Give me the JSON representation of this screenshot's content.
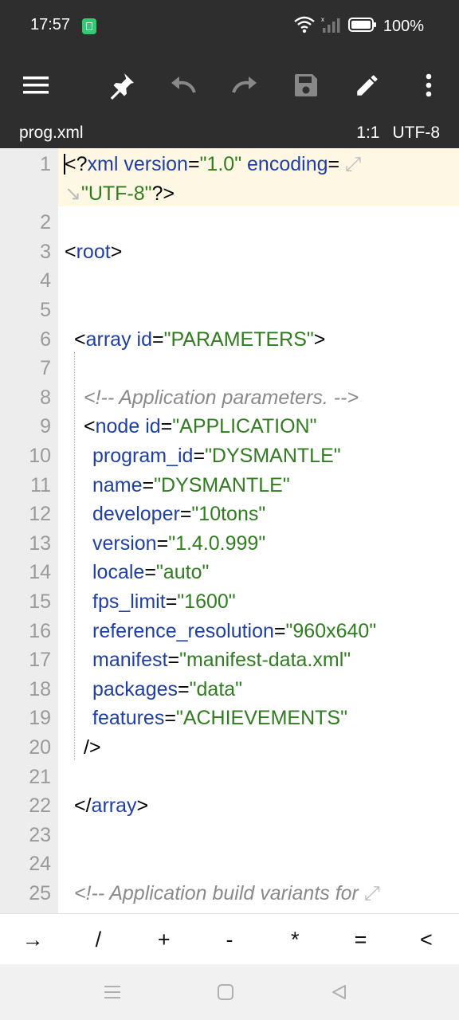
{
  "status": {
    "time": "17:57",
    "battery": "100%"
  },
  "file": {
    "name": "prog.xml",
    "position": "1:1",
    "encoding": "UTF-8"
  },
  "toolbar": [
    "menu-icon",
    "pin-icon",
    "undo-icon",
    "redo-icon",
    "save-icon",
    "edit-icon",
    "more-vert-icon"
  ],
  "colors": {
    "tag": "#1f3fa8",
    "value": "#2f7d1f",
    "comment": "#8a8a8a",
    "toolbar_bg": "#2e2e2e",
    "gutter_bg": "#ededed",
    "current_line_bg": "#fdf7e4"
  },
  "editor": {
    "lines": [
      {
        "num": "1",
        "indent": 0,
        "segments": [
          [
            "p",
            "<?"
          ],
          [
            "t",
            "xml"
          ],
          [
            "p",
            " "
          ],
          [
            "t",
            "version"
          ],
          [
            "p",
            "="
          ],
          [
            "v",
            "\"1.0\""
          ],
          [
            "p",
            " "
          ],
          [
            "t",
            "encoding"
          ],
          [
            "p",
            "="
          ]
        ],
        "wrap_end": true
      },
      {
        "num": "",
        "indent": 0,
        "wrap_start": true,
        "segments": [
          [
            "v",
            "\"UTF-8\""
          ],
          [
            "p",
            "?>"
          ]
        ]
      },
      {
        "num": "2",
        "indent": 0,
        "segments": []
      },
      {
        "num": "3",
        "indent": 0,
        "segments": [
          [
            "p",
            "<"
          ],
          [
            "t",
            "root"
          ],
          [
            "p",
            ">"
          ]
        ]
      },
      {
        "num": "4",
        "indent": 0,
        "segments": []
      },
      {
        "num": "5",
        "indent": 0,
        "segments": []
      },
      {
        "num": "6",
        "indent": 1,
        "segments": [
          [
            "p",
            "<"
          ],
          [
            "t",
            "array"
          ],
          [
            "p",
            " "
          ],
          [
            "t",
            "id"
          ],
          [
            "p",
            "="
          ],
          [
            "v",
            "\"PARAMETERS\""
          ],
          [
            "p",
            ">"
          ]
        ]
      },
      {
        "num": "7",
        "indent": 0,
        "segments": []
      },
      {
        "num": "8",
        "indent": 2,
        "segments": [
          [
            "c",
            "<!-- Application parameters. -->"
          ]
        ]
      },
      {
        "num": "9",
        "indent": 2,
        "segments": [
          [
            "p",
            "<"
          ],
          [
            "t",
            "node"
          ],
          [
            "p",
            " "
          ],
          [
            "t",
            "id"
          ],
          [
            "p",
            "="
          ],
          [
            "v",
            "\"APPLICATION\""
          ]
        ]
      },
      {
        "num": "10",
        "indent": 3,
        "segments": [
          [
            "t",
            "program_id"
          ],
          [
            "p",
            "="
          ],
          [
            "v",
            "\"DYSMANTLE\""
          ]
        ]
      },
      {
        "num": "11",
        "indent": 3,
        "segments": [
          [
            "t",
            "name"
          ],
          [
            "p",
            "="
          ],
          [
            "v",
            "\"DYSMANTLE\""
          ]
        ]
      },
      {
        "num": "12",
        "indent": 3,
        "segments": [
          [
            "t",
            "developer"
          ],
          [
            "p",
            "="
          ],
          [
            "v",
            "\"10tons\""
          ]
        ]
      },
      {
        "num": "13",
        "indent": 3,
        "segments": [
          [
            "t",
            "version"
          ],
          [
            "p",
            "="
          ],
          [
            "v",
            "\"1.4.0.999\""
          ]
        ]
      },
      {
        "num": "14",
        "indent": 3,
        "segments": [
          [
            "t",
            "locale"
          ],
          [
            "p",
            "="
          ],
          [
            "v",
            "\"auto\""
          ]
        ]
      },
      {
        "num": "15",
        "indent": 3,
        "segments": [
          [
            "t",
            "fps_limit"
          ],
          [
            "p",
            "="
          ],
          [
            "v",
            "\"1600\""
          ]
        ]
      },
      {
        "num": "16",
        "indent": 3,
        "segments": [
          [
            "t",
            "reference_resolution"
          ],
          [
            "p",
            "="
          ],
          [
            "v",
            "\"960x640\""
          ]
        ]
      },
      {
        "num": "17",
        "indent": 3,
        "segments": [
          [
            "t",
            "manifest"
          ],
          [
            "p",
            "="
          ],
          [
            "v",
            "\"manifest-data.xml\""
          ]
        ]
      },
      {
        "num": "18",
        "indent": 3,
        "segments": [
          [
            "t",
            "packages"
          ],
          [
            "p",
            "="
          ],
          [
            "v",
            "\"data\""
          ]
        ]
      },
      {
        "num": "19",
        "indent": 3,
        "segments": [
          [
            "t",
            "features"
          ],
          [
            "p",
            "="
          ],
          [
            "v",
            "\"ACHIEVEMENTS\""
          ]
        ]
      },
      {
        "num": "20",
        "indent": 2,
        "segments": [
          [
            "p",
            "/>"
          ]
        ]
      },
      {
        "num": "21",
        "indent": 0,
        "segments": []
      },
      {
        "num": "22",
        "indent": 1,
        "segments": [
          [
            "p",
            "</"
          ],
          [
            "t",
            "array"
          ],
          [
            "p",
            ">"
          ]
        ]
      },
      {
        "num": "23",
        "indent": 0,
        "segments": []
      },
      {
        "num": "24",
        "indent": 0,
        "segments": []
      },
      {
        "num": "25",
        "indent": 1,
        "segments": [
          [
            "c",
            "<!-- Application build variants for"
          ]
        ],
        "wrap_end": true
      }
    ]
  },
  "keys": [
    "→",
    "/",
    "+",
    "-",
    "*",
    "=",
    "<"
  ],
  "navbar": [
    "recents-icon",
    "home-icon",
    "back-icon"
  ]
}
